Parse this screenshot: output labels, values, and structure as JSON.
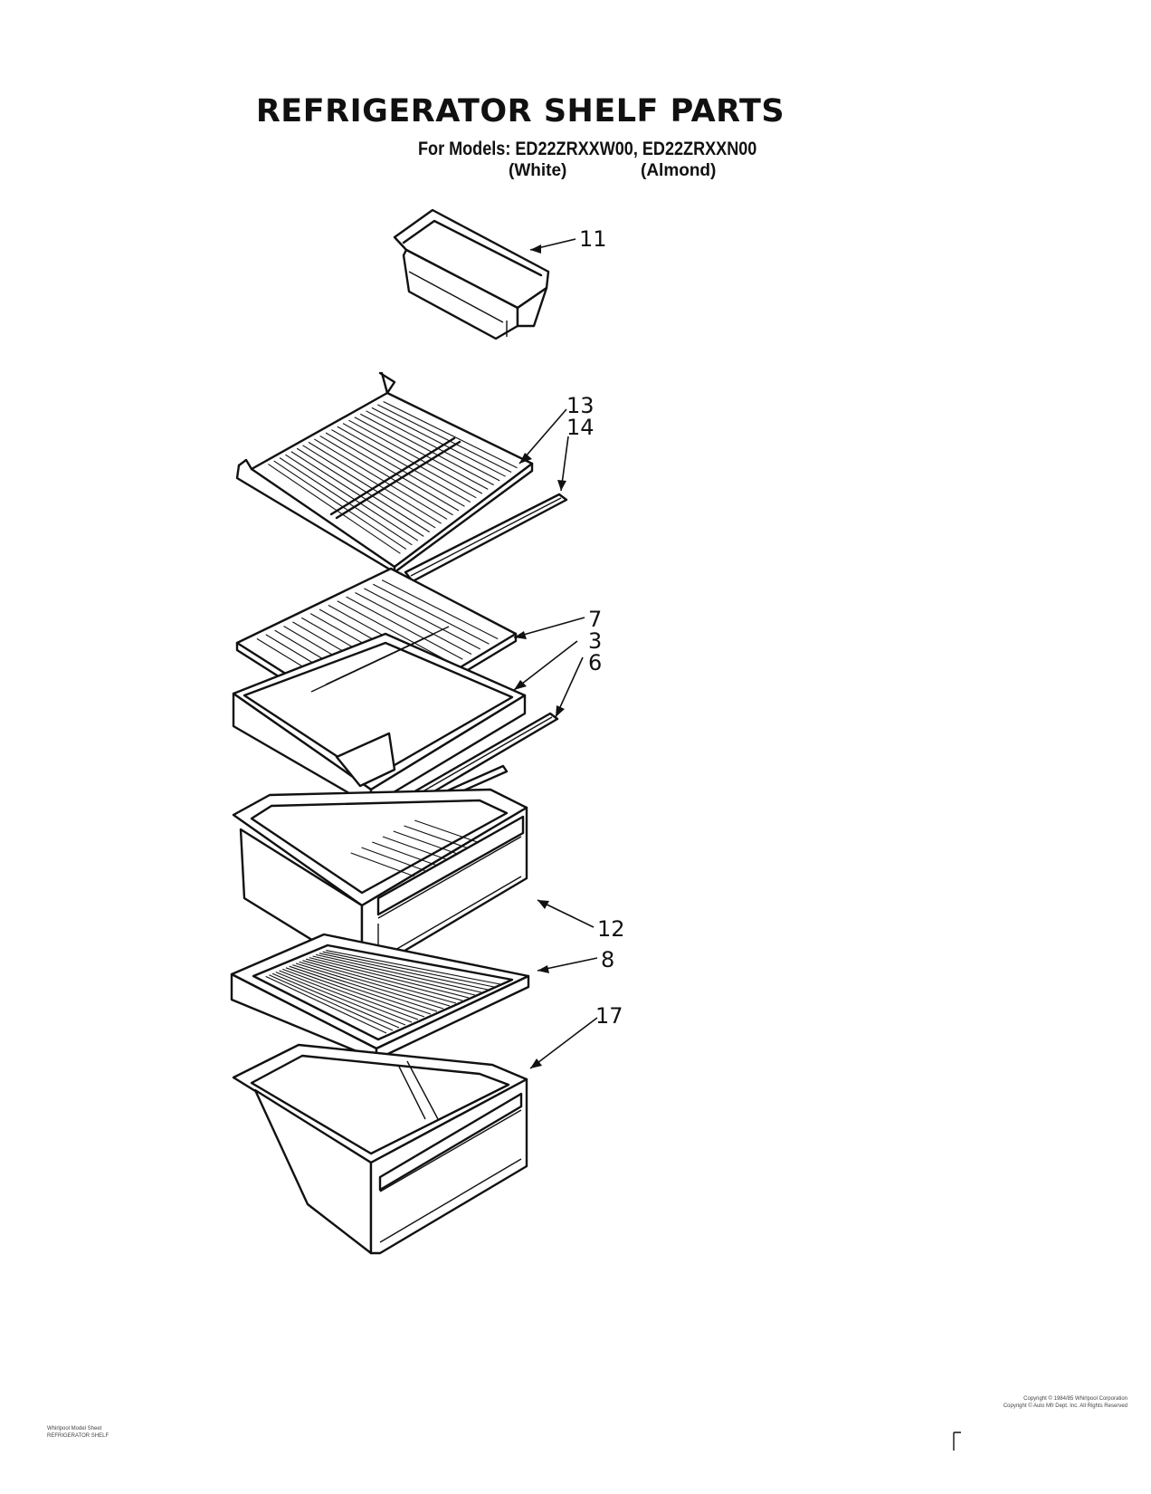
{
  "header": {
    "title": "REFRIGERATOR SHELF PARTS",
    "models_line": "For Models: ED22ZRXXW00, ED22ZRXXN00",
    "color_white": "(White)",
    "color_almond": "(Almond)"
  },
  "callouts": {
    "c11": "11",
    "c13": "13",
    "c14": "14",
    "c7": "7",
    "c3": "3",
    "c6": "6",
    "c12": "12",
    "c8": "8",
    "c17": "17"
  },
  "footer": {
    "left_line1": "Whirlpool Model Sheet",
    "left_line2": "REFRIGERATOR SHELF",
    "right_line1": "Copyright © 1984/85 Whirlpool Corporation",
    "right_line2": "Copyright © Auto Mfr Dept. Inc. All Rights Reserved"
  }
}
